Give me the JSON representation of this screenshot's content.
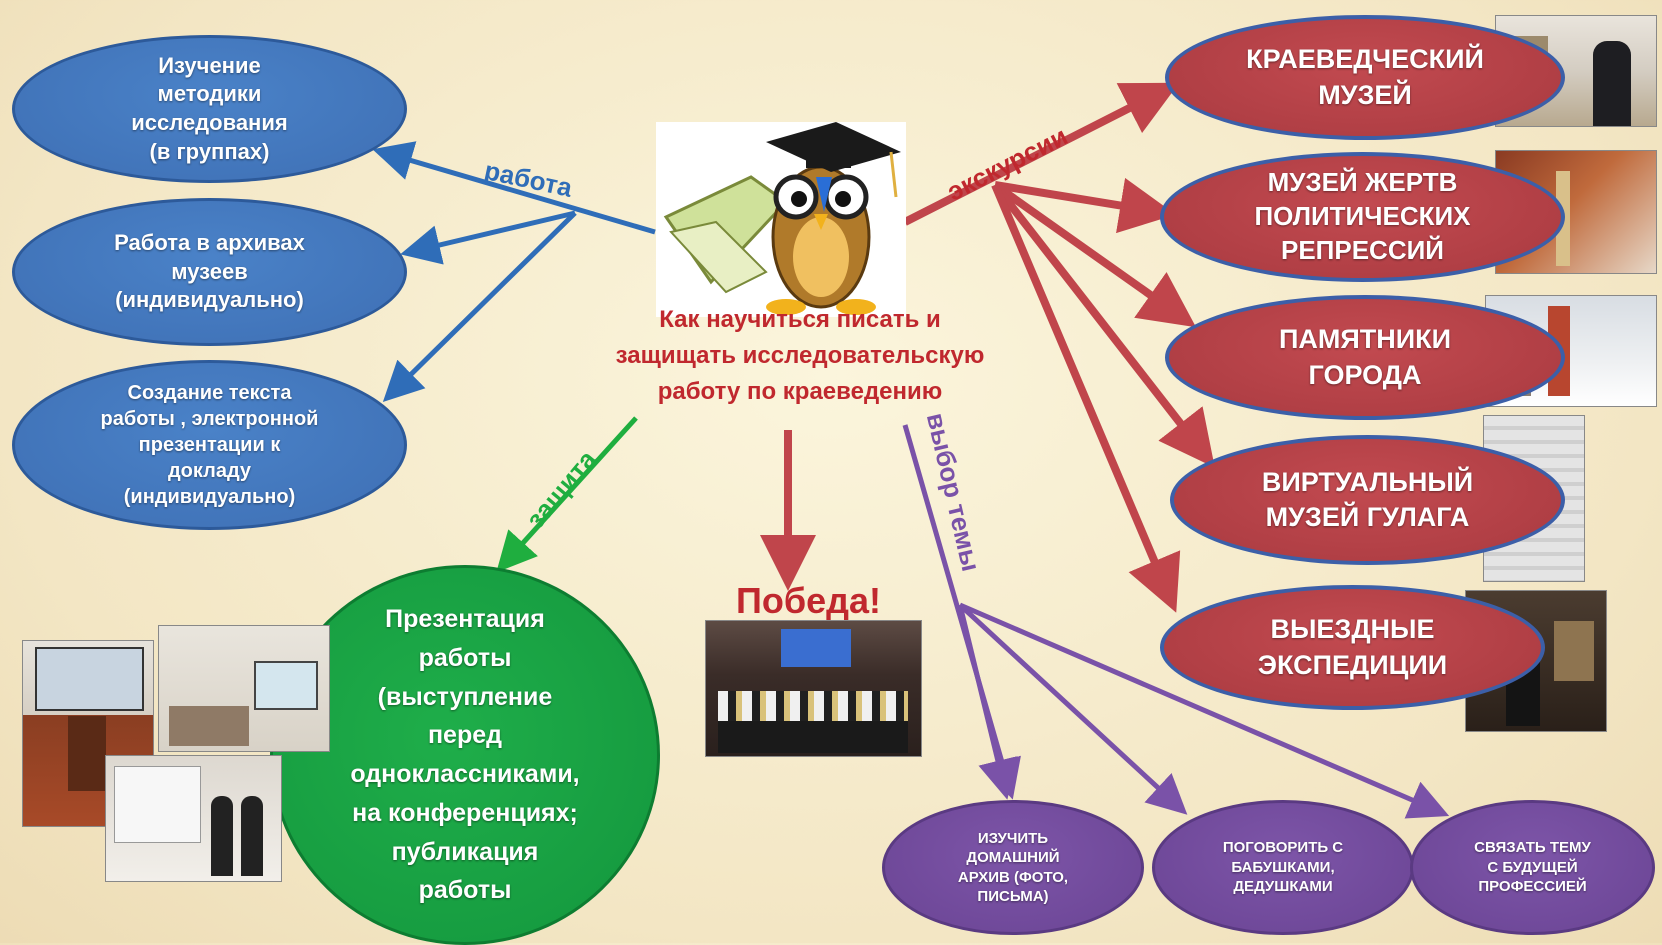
{
  "center": {
    "title": "Как научиться писать и\nзащищать исследовательскую\nработу по краеведению",
    "icon": "owl-scholar-icon"
  },
  "labels": {
    "rabota": "работа",
    "ekskursii": "экскурсии",
    "zashchita": "защита",
    "vybor": "выбор темы"
  },
  "victory": "Победа!",
  "left_nodes": [
    {
      "text": "Изучение\nметодики\nисследования\n(в группах)"
    },
    {
      "text": "Работа в архивах\nмузеев\n(индивидуально)"
    },
    {
      "text": "Создание текста\nработы , электронной\nпрезентации к\nдокладу\n(индивидуально)"
    }
  ],
  "right_nodes": [
    {
      "text": "КРАЕВЕДЧЕСКИЙ\nМУЗЕЙ"
    },
    {
      "text": "МУЗЕЙ ЖЕРТВ\nПОЛИТИЧЕСКИХ\nРЕПРЕССИЙ"
    },
    {
      "text": "ПАМЯТНИКИ\nГОРОДА"
    },
    {
      "text": "ВИРТУАЛЬНЫЙ\nМУЗЕЙ ГУЛАГА"
    },
    {
      "text": "ВЫЕЗДНЫЕ\nЭКСПЕДИЦИИ"
    }
  ],
  "bottom_nodes": [
    {
      "text": "ИЗУЧИТЬ\nДОМАШНИЙ\nАРХИВ (ФОТО,\nПИСЬМА)"
    },
    {
      "text": "ПОГОВОРИТЬ С\nБАБУШКАМИ,\nДЕДУШКАМИ"
    },
    {
      "text": "СВЯЗАТЬ ТЕМУ\nС БУДУЩЕЙ\nПРОФЕССИЕЙ"
    }
  ],
  "green_node": {
    "text": "Презентация\nработы\n(выступление\nперед\nодноклассниками,\nна конференциях;\nпубликация\nработы"
  },
  "colors": {
    "blue": "#2f6db8",
    "red": "#c0454b",
    "green": "#1fae3f",
    "purple": "#7a52a8",
    "title_red": "#c0282e"
  }
}
